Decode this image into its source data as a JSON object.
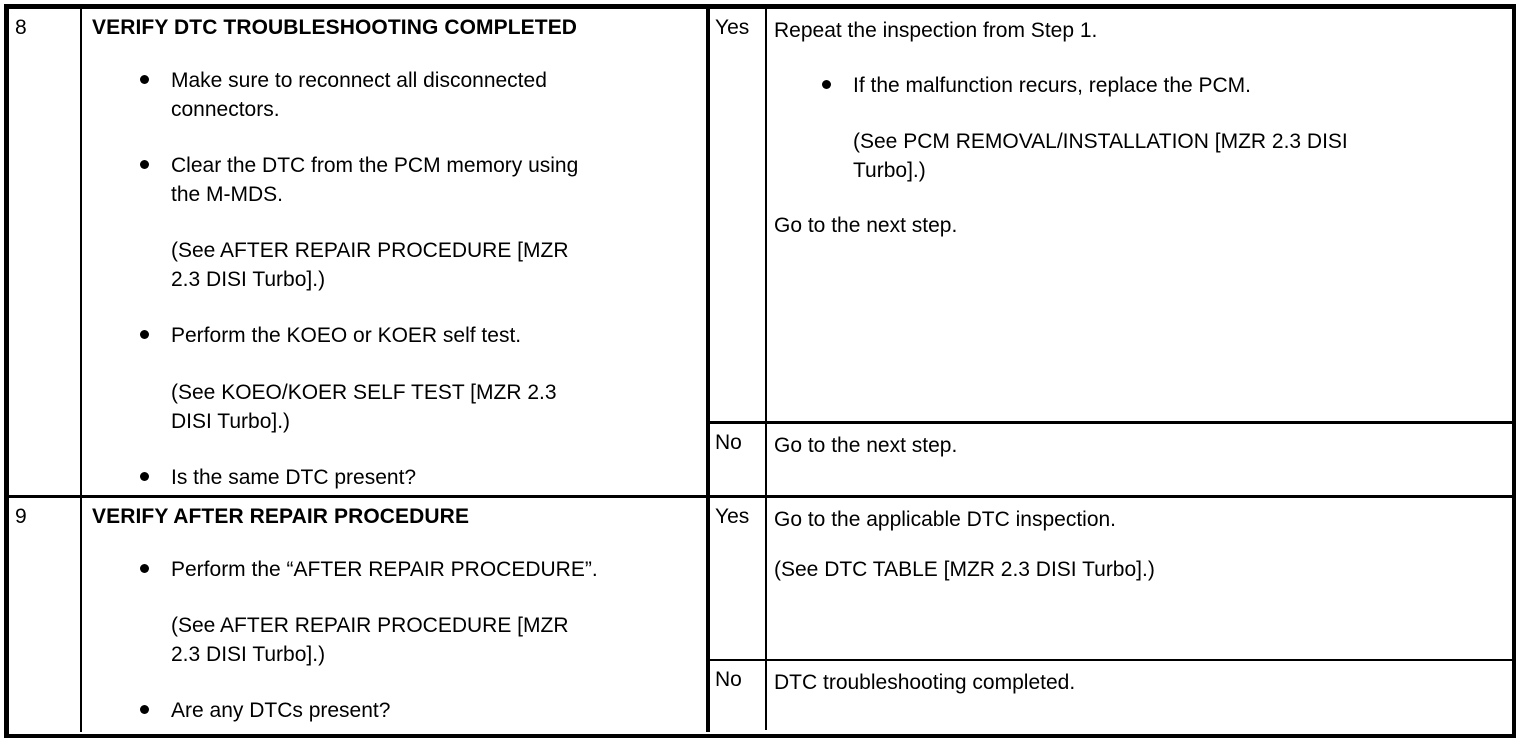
{
  "document": {
    "type": "dtc-troubleshooting-table",
    "border_color": "#000000",
    "background_color": "#ffffff"
  },
  "steps": [
    {
      "number": "8",
      "heading": "VERIFY DTC TROUBLESHOOTING COMPLETED",
      "items": [
        {
          "kind": "bullet",
          "text": "Make sure to reconnect all disconnected\nconnectors."
        },
        {
          "kind": "bullet",
          "text": "Clear the DTC from the PCM memory using\nthe M-MDS."
        },
        {
          "kind": "note",
          "text": "(See AFTER REPAIR PROCEDURE [MZR\n2.3 DISI Turbo].)"
        },
        {
          "kind": "bullet",
          "text": "Perform the KOEO or KOER self test."
        },
        {
          "kind": "note",
          "text": "(See KOEO/KOER SELF TEST [MZR 2.3\nDISI Turbo].)"
        },
        {
          "kind": "bullet",
          "text": "Is the same DTC present?"
        }
      ],
      "answers": [
        {
          "label": "Yes",
          "items": [
            {
              "kind": "para",
              "text": "Repeat the inspection from Step 1."
            },
            {
              "kind": "bullet",
              "text": "If the malfunction recurs, replace the PCM."
            },
            {
              "kind": "note",
              "text": "(See PCM REMOVAL/INSTALLATION [MZR 2.3 DISI\nTurbo].)"
            },
            {
              "kind": "para",
              "text": "Go to the next step."
            }
          ]
        },
        {
          "label": "No",
          "items": [
            {
              "kind": "para",
              "text": "Go to the next step."
            }
          ]
        }
      ]
    },
    {
      "number": "9",
      "heading": "VERIFY AFTER REPAIR PROCEDURE",
      "items": [
        {
          "kind": "bullet",
          "text": "Perform the “AFTER REPAIR PROCEDURE”."
        },
        {
          "kind": "note",
          "text": "(See AFTER REPAIR PROCEDURE [MZR\n2.3 DISI Turbo].)"
        },
        {
          "kind": "bullet",
          "text": "Are any DTCs present?"
        }
      ],
      "answers": [
        {
          "label": "Yes",
          "items": [
            {
              "kind": "para",
              "text": "Go to the applicable DTC inspection."
            },
            {
              "kind": "note",
              "text": "(See DTC TABLE [MZR 2.3 DISI Turbo].)"
            }
          ]
        },
        {
          "label": "No",
          "items": [
            {
              "kind": "para",
              "text": "DTC troubleshooting completed."
            }
          ]
        }
      ]
    }
  ]
}
